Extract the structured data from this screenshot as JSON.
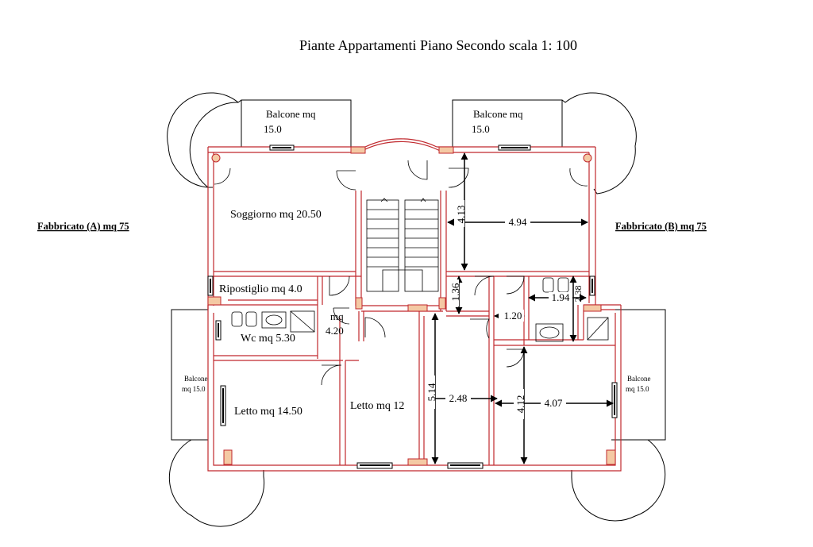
{
  "title": "Piante  Appartamenti  Piano Secondo scala 1: 100",
  "buildings": {
    "a": "Fabbricato  (A)  mq 75",
    "b": "Fabbricato  (B)  mq 75"
  },
  "rooms": {
    "balcone_top_left": "Balcone mq",
    "balcone_top_left_area": "15.0",
    "balcone_top_right": "Balcone mq",
    "balcone_top_right_area": "15.0",
    "soggiorno": "Soggiorno mq 20.50",
    "ripostiglio": "Ripostiglio mq 4.0",
    "corridoio_label": "mq",
    "corridoio_area": "4.20",
    "wc": "Wc mq 5.30",
    "letto_a": "Letto mq 14.50",
    "letto_b": "Letto mq 12",
    "balcone_left": "Balcone",
    "balcone_left_area": "mq 15.0",
    "balcone_right": "Balcone",
    "balcone_right_area": "mq 15.0"
  },
  "dimensions": {
    "d_413": "4.13",
    "d_494": "4.94",
    "d_136": "1.36",
    "d_194": "1.94",
    "d_238": "2.38",
    "d_120": "1.20",
    "d_514": "5.14",
    "d_248": "2.48",
    "d_412": "4.12",
    "d_407": "4.07"
  },
  "colors": {
    "wall": "#c0282d",
    "pillar_fill": "#f4c9a4",
    "ink": "#000000"
  }
}
